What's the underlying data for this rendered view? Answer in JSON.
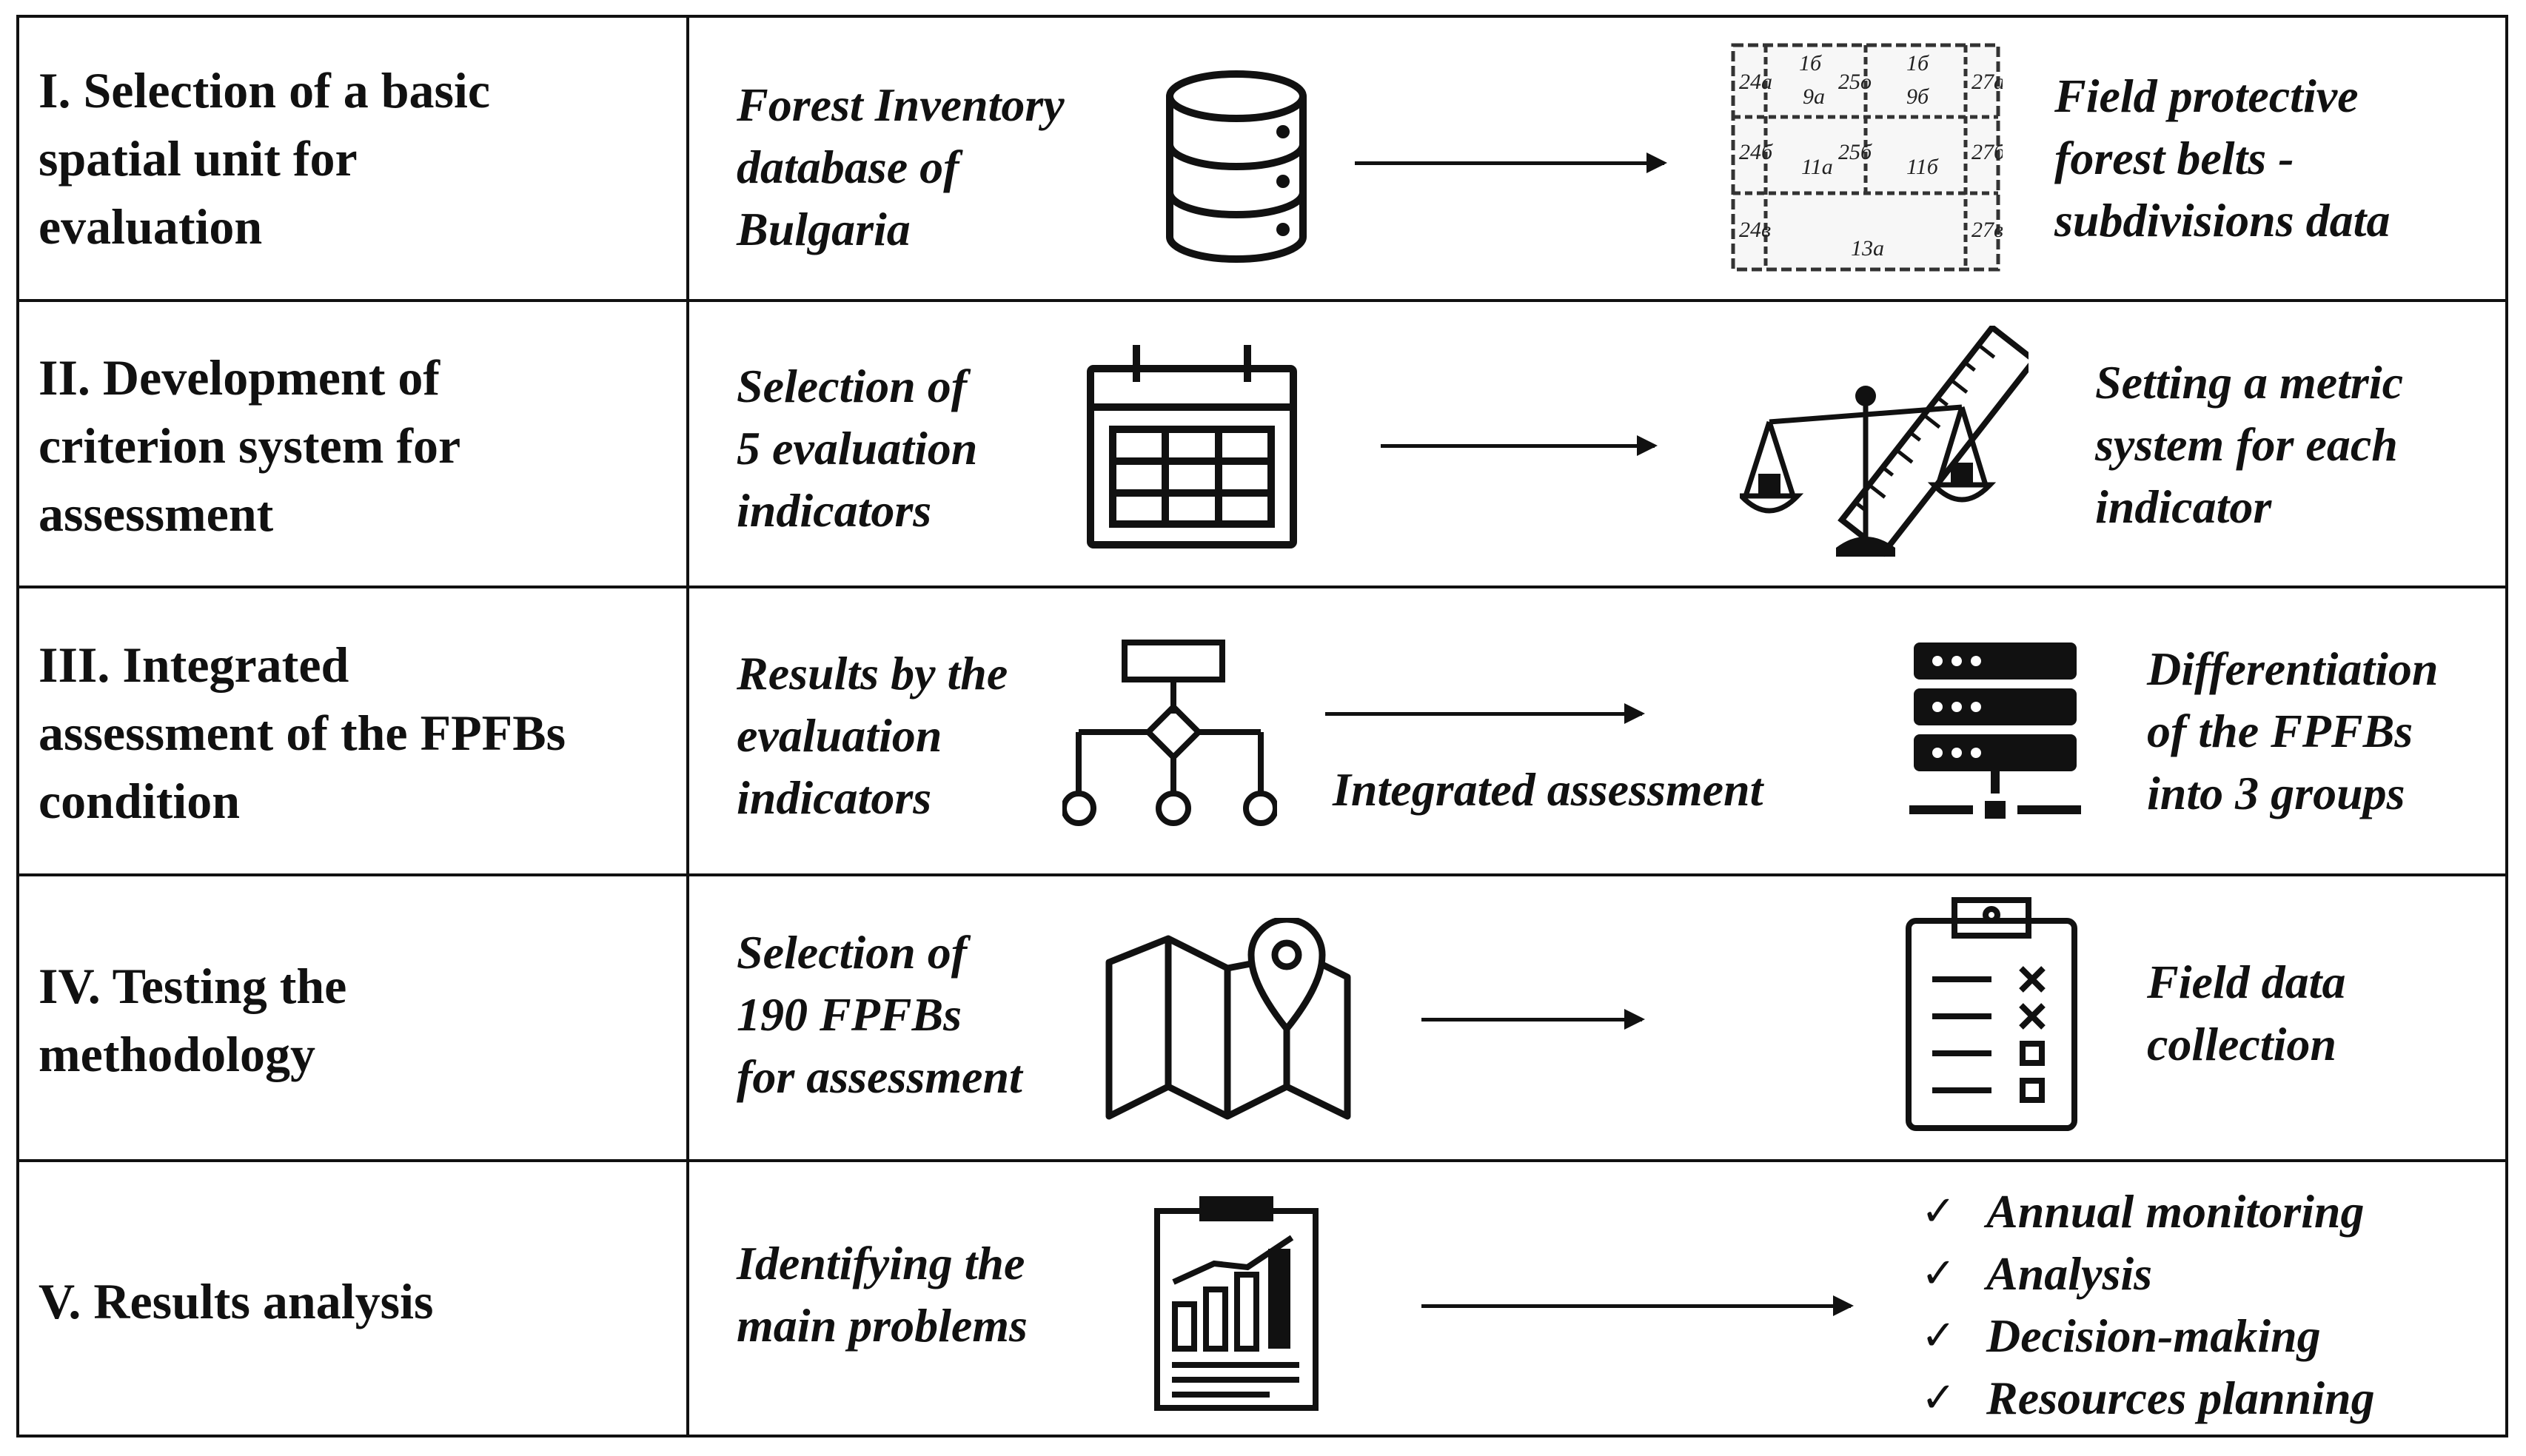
{
  "stages": [
    {
      "title": "I. Selection of a basic\nspatial unit for\nevaluation",
      "input": "Forest Inventory\ndatabase of\nBulgaria",
      "output": "Field protective\nforest belts -\nsubdivisions data",
      "input_icon": "database-icon",
      "output_icon": "forest-map-plan-icon",
      "map_labels": [
        "24а",
        "1б",
        "9а",
        "25о",
        "1б",
        "9б",
        "27а",
        "24б",
        "11а",
        "25б",
        "11б",
        "27б",
        "24в",
        "13а",
        "27в"
      ]
    },
    {
      "title": "II. Development of\ncriterion system for\nassessment",
      "input": "Selection of\n5 evaluation\nindicators",
      "output": "Setting a metric\nsystem for each\nindicator",
      "input_icon": "calendar-grid-icon",
      "output_icon": "scales-ruler-icon"
    },
    {
      "title": "III. Integrated\nassessment of the FPFBs\ncondition",
      "input": "Results by the\nevaluation\nindicators",
      "arrow_label": "Integrated assessment",
      "output": "Differentiation\nof the FPFBs\ninto 3 groups",
      "input_icon": "flowchart-icon",
      "output_icon": "server-icon"
    },
    {
      "title": "IV. Testing the\nmethodology",
      "input": "Selection of\n190 FPFBs\nfor assessment",
      "output": "Field data\ncollection",
      "input_icon": "map-pin-icon",
      "output_icon": "clipboard-checklist-icon"
    },
    {
      "title": "V. Results analysis",
      "input": "Identifying the\nmain problems",
      "input_icon": "report-chart-icon",
      "output_items": [
        "Annual monitoring",
        "Analysis",
        "Decision-making",
        "Resources planning"
      ],
      "check_symbol": "✓"
    }
  ]
}
